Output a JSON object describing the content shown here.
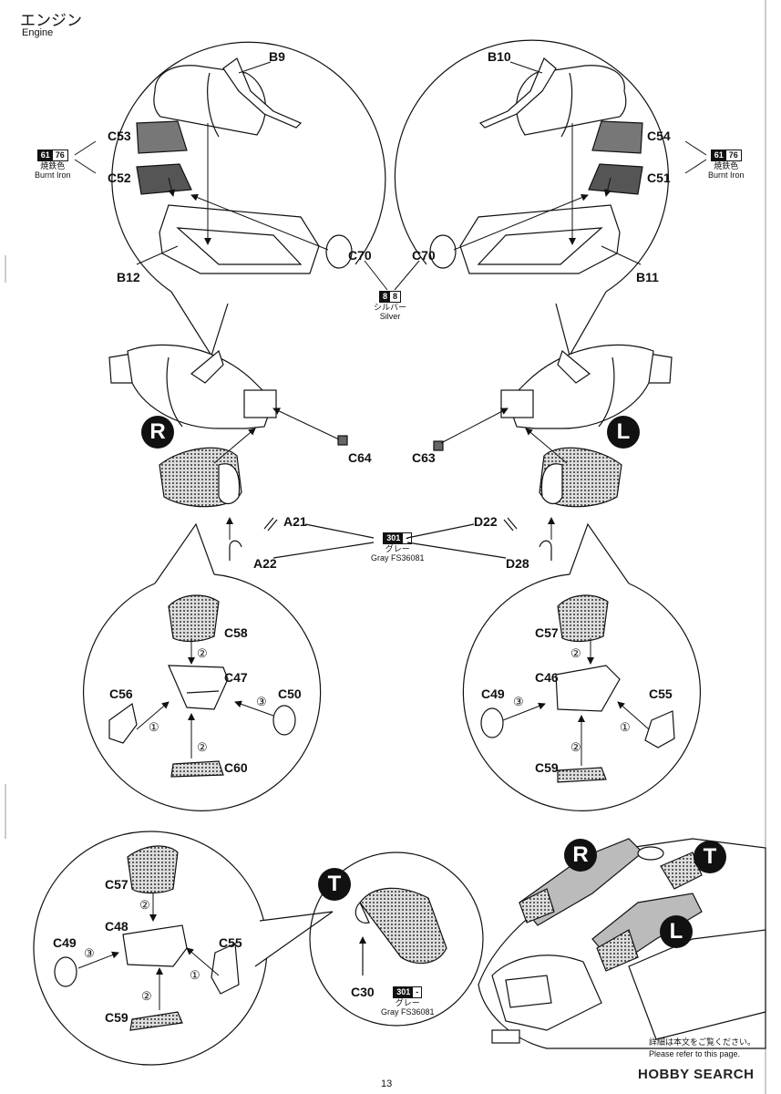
{
  "header": {
    "title_jp": "エンジン",
    "title_en": "Engine"
  },
  "parts": {
    "B9": "B9",
    "B10": "B10",
    "B11": "B11",
    "B12": "B12",
    "C53": "C53",
    "C52": "C52",
    "C54": "C54",
    "C51": "C51",
    "C70_left": "C70",
    "C70_right": "C70",
    "C64": "C64",
    "C63": "C63",
    "A21": "A21",
    "A22": "A22",
    "D22": "D22",
    "D28": "D28",
    "C58": "C58",
    "C47": "C47",
    "C56": "C56",
    "C50": "C50",
    "C60": "C60",
    "C57_mid": "C57",
    "C46": "C46",
    "C49_mid": "C49",
    "C55_mid": "C55",
    "C59_mid": "C59",
    "C57_bot": "C57",
    "C48": "C48",
    "C49_bot": "C49",
    "C55_bot": "C55",
    "C59_bot": "C59",
    "C30": "C30"
  },
  "steps": {
    "s1": "①",
    "s2": "②",
    "s3": "③"
  },
  "colors": {
    "burnt_iron": {
      "code1": "61",
      "code2": "76",
      "jp": "焼鉄色",
      "en": "Burnt Iron"
    },
    "silver": {
      "code1": "8",
      "code2": "8",
      "jp": "シルバー",
      "en": "Silver"
    },
    "gray": {
      "code1": "301",
      "code2": "-",
      "jp": "グレー",
      "en": "Gray FS36081"
    }
  },
  "badges": {
    "R": "R",
    "L": "L",
    "T": "T"
  },
  "footer": {
    "note_jp": "詳細は本文をご覧ください。",
    "note_en": "Please refer to this page.",
    "page_number": "13",
    "watermark": "HOBBY SEARCH"
  },
  "accent": {
    "ink": "#111111",
    "burnt_iron": "#555555",
    "background": "#ffffff"
  }
}
